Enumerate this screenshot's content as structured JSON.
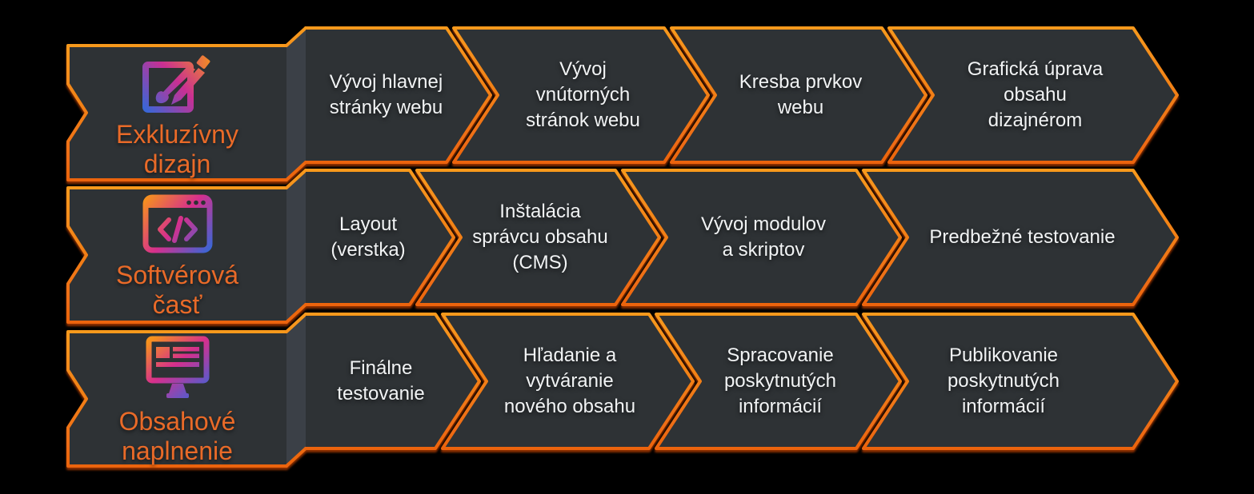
{
  "diagram": {
    "title": "web development process diagram",
    "colors": {
      "background": "#000000",
      "block_fill": "#2e3134",
      "side_face_fill": "#3b4047",
      "border_orange_top": "#f7991e",
      "border_orange_bottom": "#ec6410",
      "label_text_color": "#e96a28",
      "step_text_color": "#f1f3f4",
      "icon_gradient": [
        "#3a66d6",
        "#c92f93",
        "#f6921d"
      ]
    },
    "rows": [
      {
        "label": "Exkluzívny\ndizajn",
        "icon": "design-pen-brush-icon",
        "steps": [
          "Vývoj hlavnej\nstránky webu",
          "Vývoj\nvnútorných\nstránok webu",
          "Kresba prvkov\nwebu",
          "Grafická úprava\nobsahu\ndizajnérom"
        ]
      },
      {
        "label": "Softvérová\nčasť",
        "icon": "code-window-icon",
        "steps": [
          "Layout\n(verstka)",
          "Inštalácia\nsprávcu obsahu\n(CMS)",
          "Vývoj modulov\na skriptov",
          "Predbežné testovanie"
        ]
      },
      {
        "label": "Obsahové\nnaplnenie",
        "icon": "content-monitor-icon",
        "steps": [
          "Finálne\ntestovanie",
          "Hľadanie a\nvytváranie\nnového obsahu",
          "Spracovanie\nposkytnutých\ninformácií",
          "Publikovanie\nposkytnutých\ninformácií"
        ]
      }
    ]
  }
}
